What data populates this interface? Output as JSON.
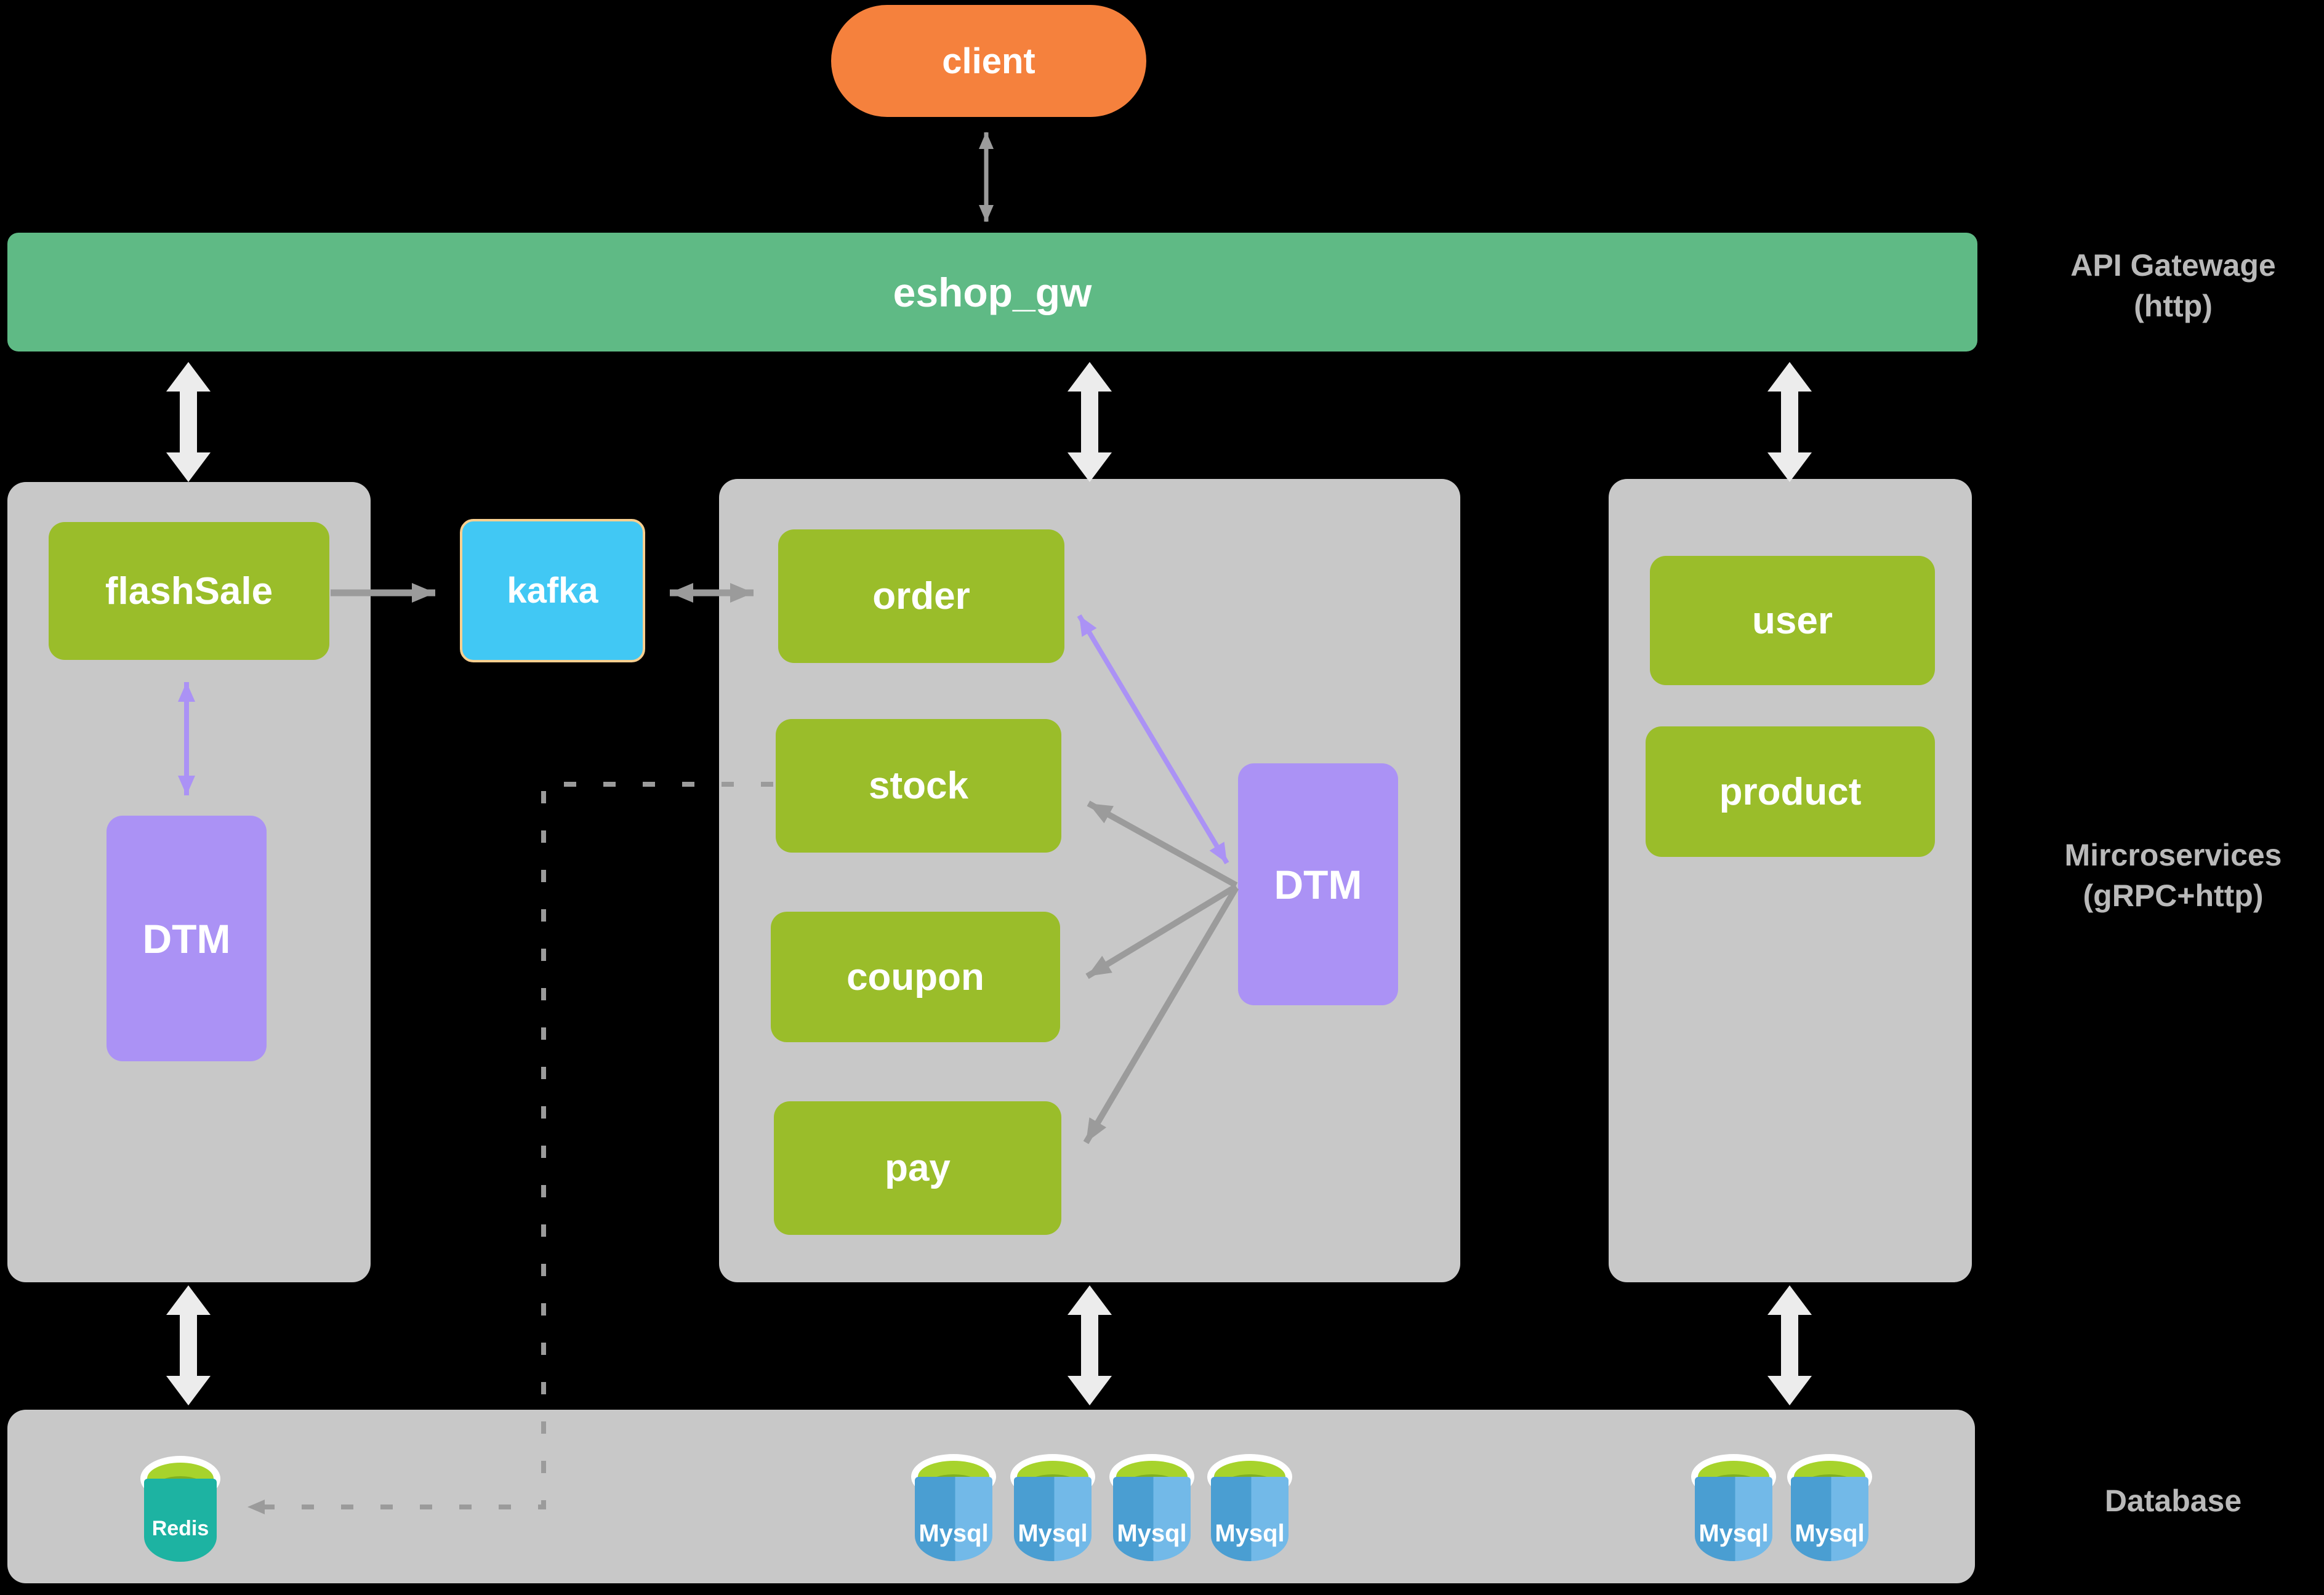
{
  "diagram": {
    "client": {
      "label": "client"
    },
    "gateway": {
      "label": "eshop_gw"
    },
    "kafka": {
      "label": "kafka"
    },
    "flash_panel": {
      "flashsale": "flashSale",
      "dtm": "DTM"
    },
    "order_panel": {
      "order": "order",
      "stock": "stock",
      "coupon": "coupon",
      "pay": "pay",
      "dtm": "DTM"
    },
    "user_panel": {
      "user": "user",
      "product": "product"
    },
    "side_labels": {
      "api_gateway_line1": "API Gatewage",
      "api_gateway_line2": "(http)",
      "microservices_line1": "Mircroservices",
      "microservices_line2": "(gRPC+http)",
      "database": "Database"
    },
    "database_row": {
      "redis": "Redis",
      "mysql": "Mysql"
    }
  },
  "colors": {
    "bg": "#000000",
    "panel": "#c8c8c8",
    "gateway_green": "#5fba85",
    "node_green": "#9abd2a",
    "purple": "#ab92f5",
    "kafka_blue": "#41c8f4",
    "kafka_border": "#f8cf8f",
    "client_orange": "#f5813d",
    "arrow_white": "#ececec",
    "arrow_gray": "#9b9b9b",
    "label_gray": "#b9b9b9",
    "redis_teal": "#1db3a2",
    "mysql_blue_dark": "#4a9ed2",
    "mysql_blue_light": "#72b9e8",
    "cyl_green": "#a7d32c",
    "cyl_green_dark": "#7fb022"
  }
}
